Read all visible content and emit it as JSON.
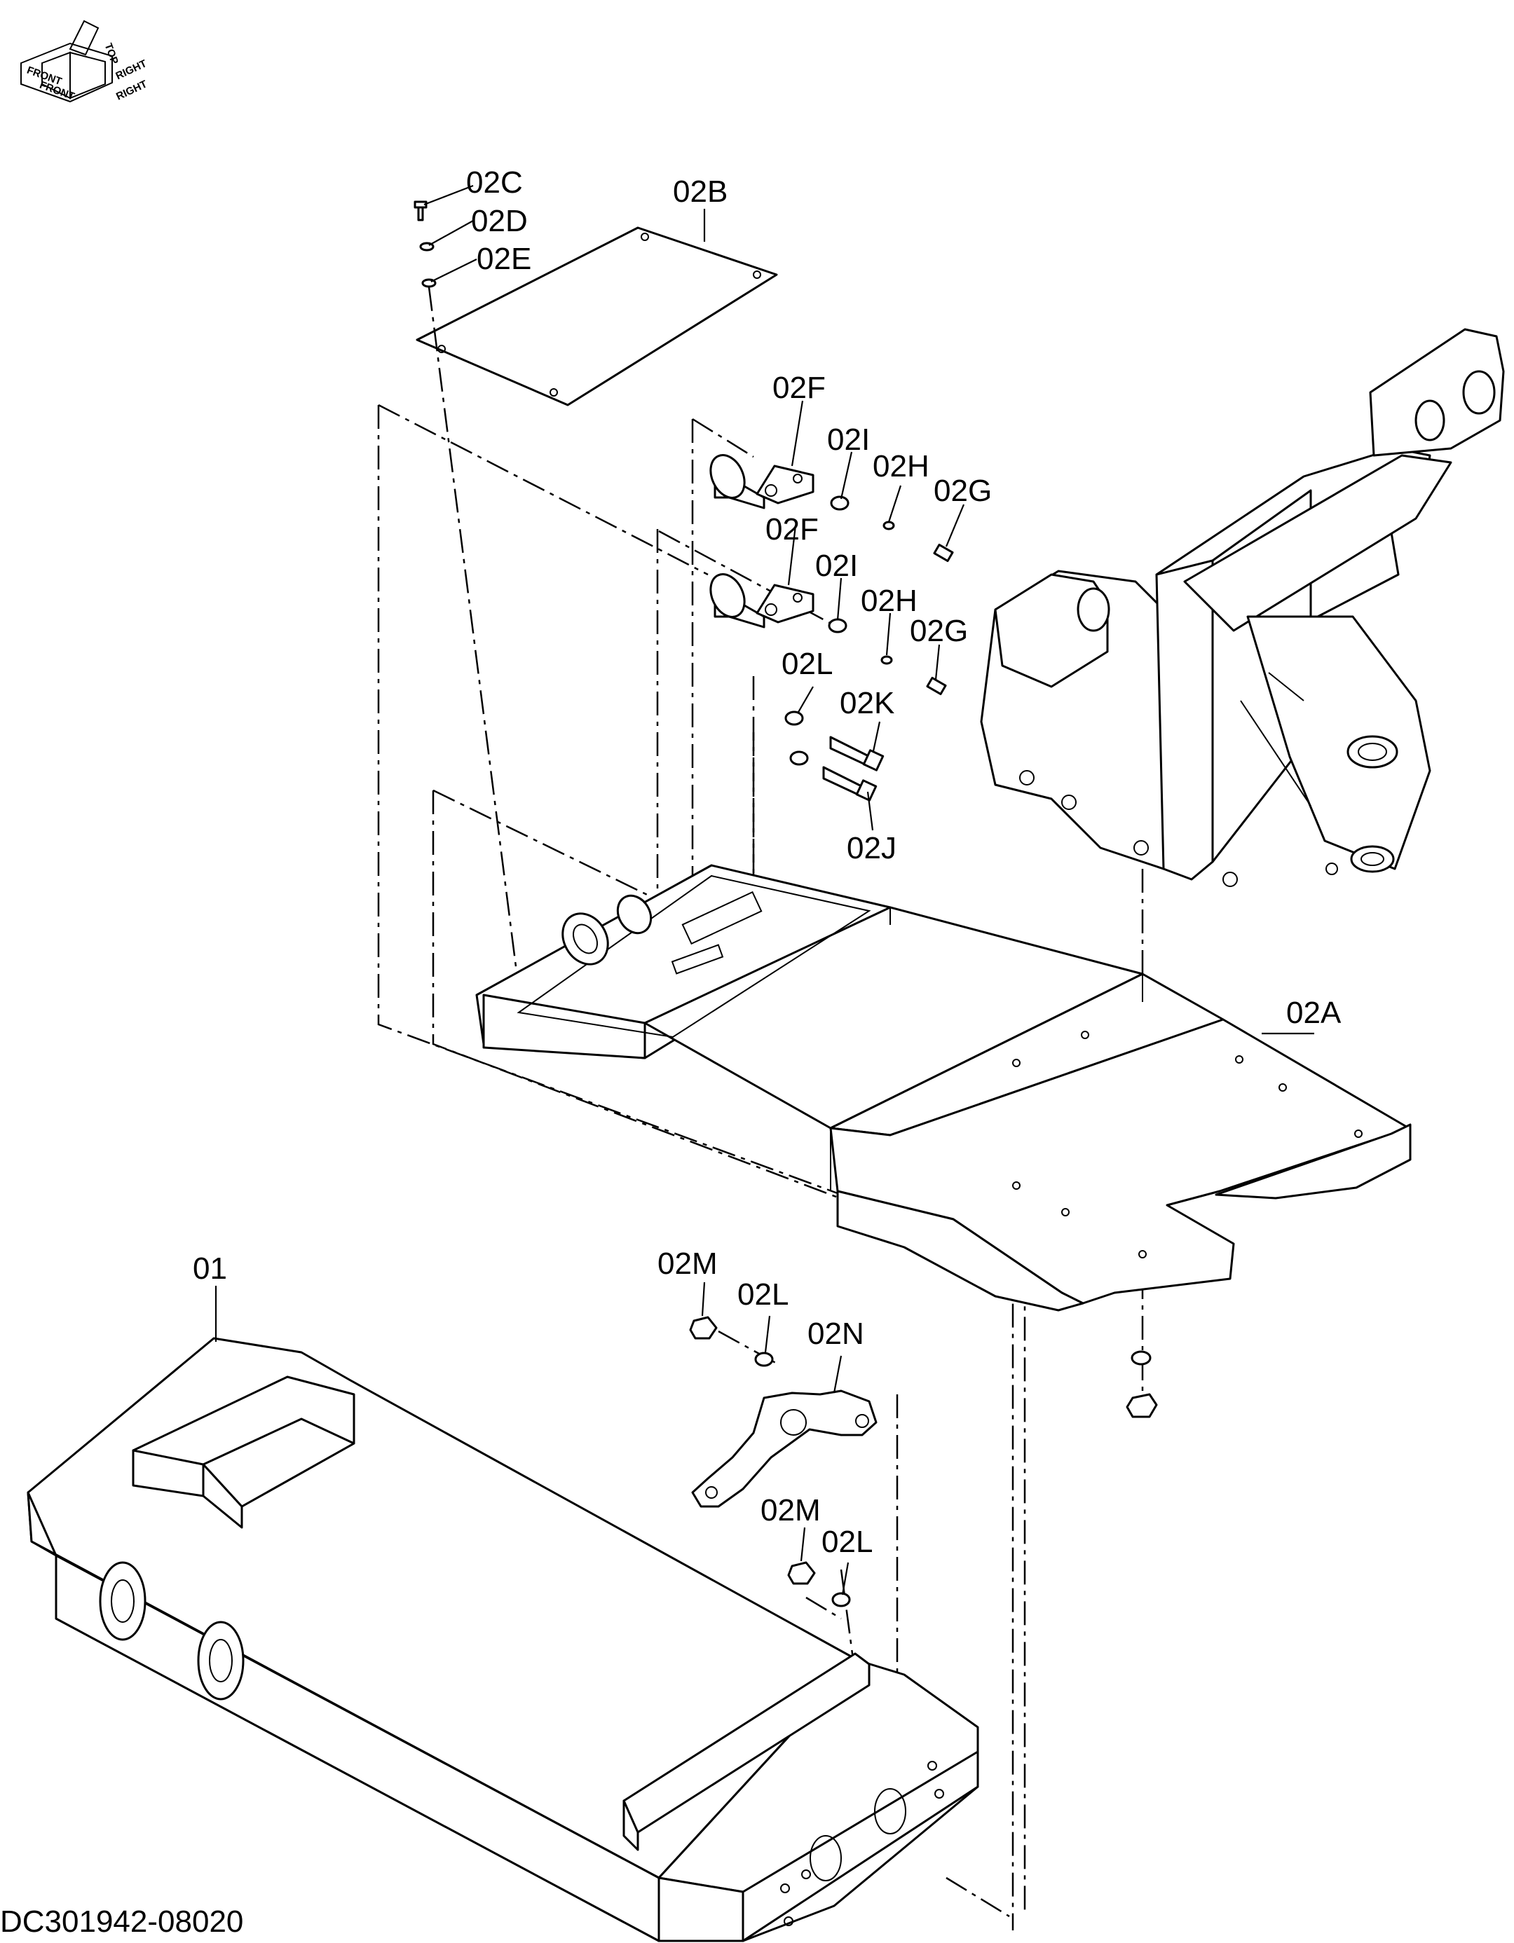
{
  "orientation": {
    "front": "FRONT",
    "top": "TOP",
    "right": "RIGHT"
  },
  "callouts": {
    "c01": "01",
    "c02A": "02A",
    "c02B": "02B",
    "c02C": "02C",
    "c02D": "02D",
    "c02E": "02E",
    "c02F": "02F",
    "c02G": "02G",
    "c02H": "02H",
    "c02I": "02I",
    "c02J": "02J",
    "c02K": "02K",
    "c02L": "02L",
    "c02M": "02M",
    "c02N": "02N"
  },
  "drawing_id": "DC301942-08020"
}
